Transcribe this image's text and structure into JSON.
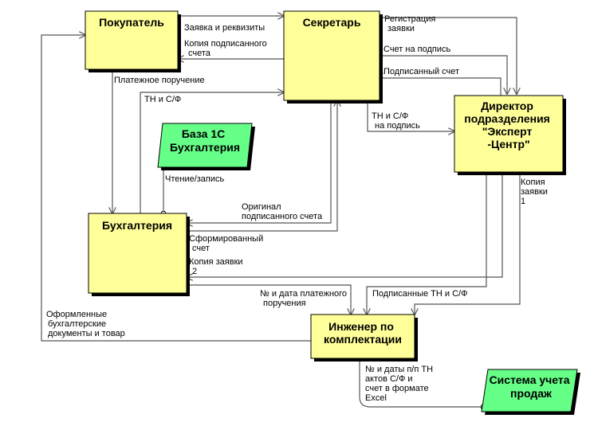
{
  "colors": {
    "process_fill": "#ffff99",
    "datastore_fill": "#66ff88",
    "outline": "#000000",
    "connector": "#555555"
  },
  "boxes": {
    "buyer": {
      "title": [
        "Покупатель"
      ]
    },
    "secretary": {
      "title": [
        "Секретарь"
      ]
    },
    "director": {
      "title": [
        "Директор",
        "подразделения",
        "\"Эксперт",
        "-Центр\""
      ]
    },
    "accounting": {
      "title": [
        "Бухгалтерия"
      ]
    },
    "engineer": {
      "title": [
        "Инженер по",
        "комплектации"
      ]
    }
  },
  "stores": {
    "db1c": {
      "title": [
        "База 1С",
        "Бухгалтерия"
      ]
    },
    "sales": {
      "title": [
        "Система учета",
        "продаж"
      ]
    }
  },
  "flows": {
    "request_details": [
      "Заявка и реквизиты"
    ],
    "signed_copy": [
      "Копия подписанного",
      "счета"
    ],
    "registration": [
      "Регистрация",
      "заявки"
    ],
    "invoice_to_sign": [
      "Счет на подпись"
    ],
    "signed_invoice": [
      "Подписанный счет"
    ],
    "payment_order": [
      "Платежное поручение"
    ],
    "tn_sf": [
      "ТН и С/Ф"
    ],
    "tn_sf_to_sign": [
      "ТН и С/Ф",
      "на подпись"
    ],
    "read_write": [
      "Чтение/запись"
    ],
    "original_signed": [
      "Оригинал",
      "подписанного счета"
    ],
    "formed_invoice": [
      "Сформированный",
      "счет"
    ],
    "request_copy_2": [
      "Копия заявки",
      "2"
    ],
    "request_copy_1": [
      "Копия",
      "заявки",
      "1"
    ],
    "payment_no_date": [
      "№ и дата платежного",
      "поручения"
    ],
    "signed_tn_sf": [
      "Подписанные ТН и С/Ф"
    ],
    "docs_goods": [
      "Оформленные",
      "бухгалтерские",
      "документы и товар"
    ],
    "excel_export": [
      "№ и даты п/п ТН",
      "актов С/Ф и",
      "счет в формате",
      "Excel"
    ]
  }
}
